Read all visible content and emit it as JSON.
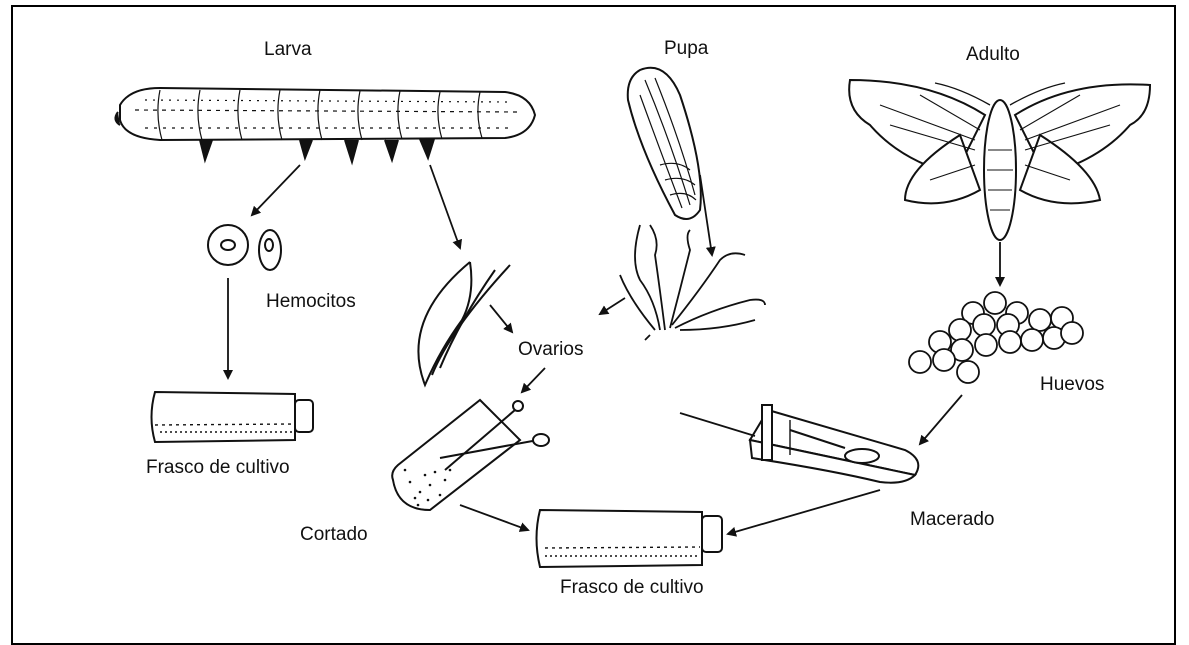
{
  "labels": {
    "larva": "Larva",
    "pupa": "Pupa",
    "adulto": "Adulto",
    "hemocitos": "Hemocitos",
    "ovarios": "Ovarios",
    "huevos": "Huevos",
    "frasco_left": "Frasco de cultivo",
    "cortado": "Cortado",
    "macerado": "Macerado",
    "frasco_bottom": "Frasco de cultivo"
  },
  "colors": {
    "ink": "#111111",
    "background": "#ffffff",
    "frame": "#000000"
  }
}
